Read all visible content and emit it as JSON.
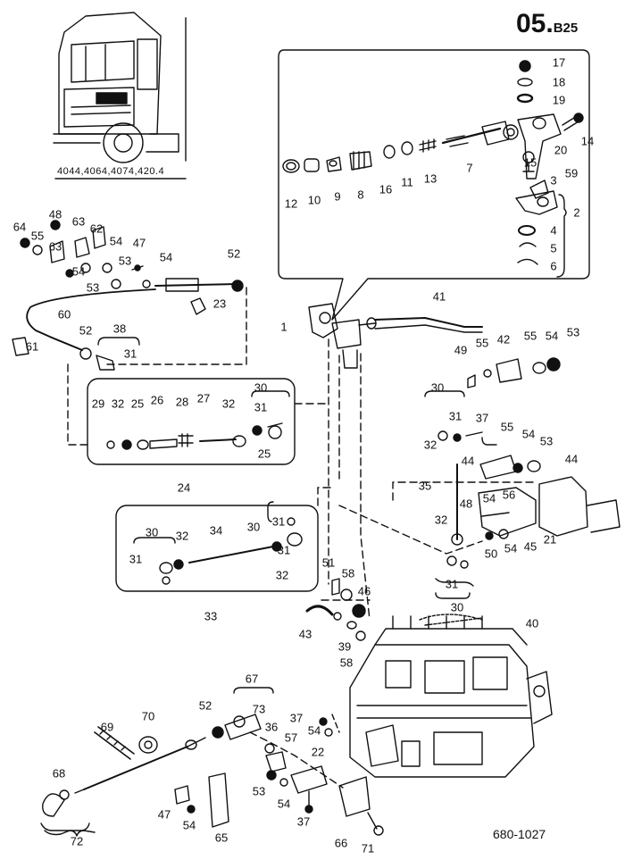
{
  "header": {
    "sheet_code": "05.",
    "sheet_suffix": "B25"
  },
  "truck_models": "4044,4064,4074,420.4",
  "drawing_number": "680-1027",
  "colors": {
    "ink": "#111111",
    "paper": "#ffffff"
  },
  "labels": [
    "17",
    "18",
    "19",
    "14",
    "20",
    "59",
    "15",
    "12",
    "10",
    "9",
    "8",
    "16",
    "11",
    "13",
    "7",
    "3",
    "2",
    "4",
    "5",
    "6",
    "1",
    "41",
    "64",
    "48",
    "63",
    "55",
    "62",
    "63",
    "54",
    "47",
    "53",
    "54",
    "53",
    "54",
    "52",
    "23",
    "60",
    "52",
    "38",
    "61",
    "31",
    "49",
    "55",
    "42",
    "55",
    "54",
    "53",
    "30",
    "29",
    "32",
    "25",
    "26",
    "28",
    "27",
    "32",
    "31",
    "25",
    "24",
    "30",
    "31",
    "37",
    "32",
    "55",
    "54",
    "53",
    "44",
    "44",
    "35",
    "48",
    "54",
    "56",
    "32",
    "50",
    "54",
    "45",
    "21",
    "30",
    "31",
    "32",
    "34",
    "30",
    "31",
    "31",
    "32",
    "33",
    "51",
    "58",
    "46",
    "43",
    "39",
    "58",
    "31",
    "30",
    "40",
    "67",
    "52",
    "73",
    "69",
    "70",
    "36",
    "57",
    "37",
    "54",
    "22",
    "68",
    "53",
    "54",
    "47",
    "54",
    "65",
    "37",
    "66",
    "71",
    "72"
  ]
}
